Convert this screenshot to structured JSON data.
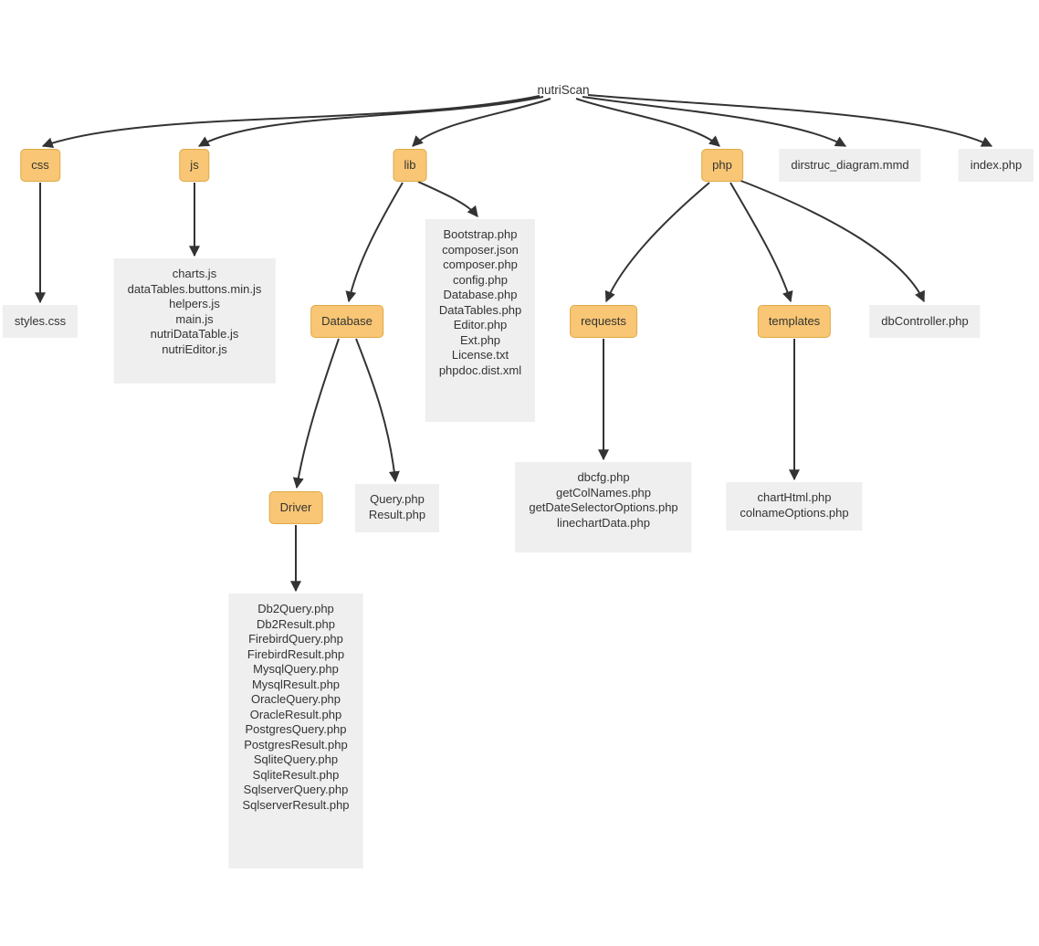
{
  "diagram": {
    "root": {
      "label": "nutriScan"
    },
    "nodes": {
      "css": {
        "label": "css"
      },
      "js": {
        "label": "js"
      },
      "lib": {
        "label": "lib"
      },
      "php": {
        "label": "php"
      },
      "dirstruc": {
        "label": "dirstruc_diagram.mmd"
      },
      "index": {
        "label": "index.php"
      },
      "styles": {
        "label": "styles.css"
      },
      "database": {
        "label": "Database"
      },
      "requests": {
        "label": "requests"
      },
      "templates": {
        "label": "templates"
      },
      "dbcontroller": {
        "label": "dbController.php"
      },
      "driver": {
        "label": "Driver"
      },
      "js_files": {
        "lines": [
          "charts.js",
          "dataTables.buttons.min.js",
          "helpers.js",
          "main.js",
          "nutriDataTable.js",
          "nutriEditor.js"
        ]
      },
      "lib_files": {
        "lines": [
          "Bootstrap.php",
          "composer.json",
          "composer.php",
          "config.php",
          "Database.php",
          "DataTables.php",
          "Editor.php",
          "Ext.php",
          "License.txt",
          "phpdoc.dist.xml"
        ]
      },
      "database_files": {
        "lines": [
          "Query.php",
          "Result.php"
        ]
      },
      "driver_files": {
        "lines": [
          "Db2Query.php",
          "Db2Result.php",
          "FirebirdQuery.php",
          "FirebirdResult.php",
          "MysqlQuery.php",
          "MysqlResult.php",
          "OracleQuery.php",
          "OracleResult.php",
          "PostgresQuery.php",
          "PostgresResult.php",
          "SqliteQuery.php",
          "SqliteResult.php",
          "SqlserverQuery.php",
          "SqlserverResult.php"
        ]
      },
      "requests_files": {
        "lines": [
          "dbcfg.php",
          "getColNames.php",
          "getDateSelectorOptions.php",
          "linechartData.php"
        ]
      },
      "templates_files": {
        "lines": [
          "chartHtml.php",
          "colnameOptions.php"
        ]
      }
    },
    "edges": [
      {
        "from": "nutriScan",
        "to": "css"
      },
      {
        "from": "nutriScan",
        "to": "js"
      },
      {
        "from": "nutriScan",
        "to": "lib"
      },
      {
        "from": "nutriScan",
        "to": "php"
      },
      {
        "from": "nutriScan",
        "to": "dirstruc_diagram.mmd"
      },
      {
        "from": "nutriScan",
        "to": "index.php"
      },
      {
        "from": "css",
        "to": "styles.css"
      },
      {
        "from": "js",
        "to": "js-files"
      },
      {
        "from": "lib",
        "to": "Database"
      },
      {
        "from": "lib",
        "to": "lib-files"
      },
      {
        "from": "Database",
        "to": "Driver"
      },
      {
        "from": "Database",
        "to": "database-files"
      },
      {
        "from": "Driver",
        "to": "driver-files"
      },
      {
        "from": "php",
        "to": "requests"
      },
      {
        "from": "php",
        "to": "templates"
      },
      {
        "from": "php",
        "to": "dbController.php"
      },
      {
        "from": "requests",
        "to": "requests-files"
      },
      {
        "from": "templates",
        "to": "templates-files"
      }
    ],
    "colors": {
      "folder_fill": "#f8c674",
      "folder_border": "#dfa947",
      "file_fill": "#efefef",
      "edge": "#333333",
      "text": "#333333"
    }
  }
}
